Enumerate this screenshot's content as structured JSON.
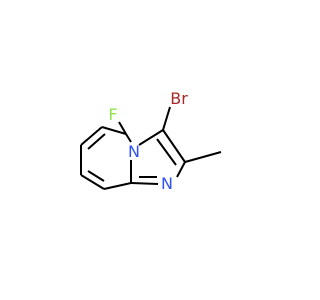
{
  "molecule": {
    "atoms": {
      "fluorine": "F",
      "bromine": "Br",
      "bridgehead_nitrogen": "N",
      "imidazole_nitrogen": "N"
    },
    "colors": {
      "bond": "#000000",
      "fluorine": "#90e050",
      "bromine": "#a62929",
      "nitrogen": "#3050f8",
      "background": "#ffffff"
    }
  }
}
